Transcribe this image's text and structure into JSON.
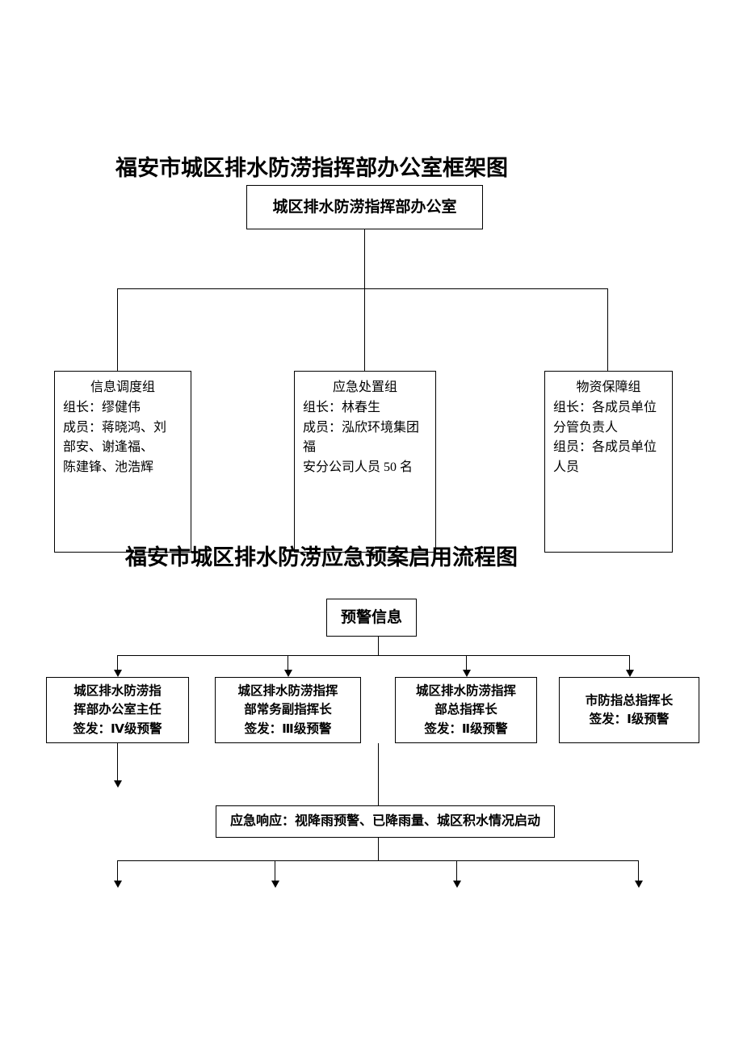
{
  "figure1": {
    "title": "福安市城区排水防涝指挥部办公室框架图",
    "root": "城区排水防涝指挥部办公室",
    "groups": [
      {
        "header": "信息调度组",
        "lines": [
          "组长：缪健伟",
          "成员：蒋晓鸿、刘",
          "部安、谢逢福、",
          "陈建锋、池浩辉"
        ]
      },
      {
        "header": "应急处置组",
        "lines": [
          "组长：林春生",
          "成员：泓欣环境集团福",
          "安分公司人员 50 名"
        ]
      },
      {
        "header": "物资保障组",
        "lines": [
          "组长：各成员单位",
          "分管负责人",
          "组员：各成员单位",
          "人员"
        ]
      }
    ]
  },
  "figure2": {
    "title": "福安市城区排水防涝应急预案启用流程图",
    "alert": "预警信息",
    "levels": [
      {
        "l1": "城区排水防涝指",
        "l2": "挥部办公室主任",
        "l3": "签发：Ⅳ级预警"
      },
      {
        "l1": "城区排水防涝指挥",
        "l2": "部常务副指挥长",
        "l3": "签发：Ⅲ级预警"
      },
      {
        "l1": "城区排水防涝指挥",
        "l2": "部总指挥长",
        "l3": "签发：Ⅱ级预警"
      },
      {
        "l1": "市防指总指挥长",
        "l2": "",
        "l3": "签发：Ⅰ级预警"
      }
    ],
    "response": "应急响应：视降雨预警、已降雨量、城区积水情况启动"
  }
}
